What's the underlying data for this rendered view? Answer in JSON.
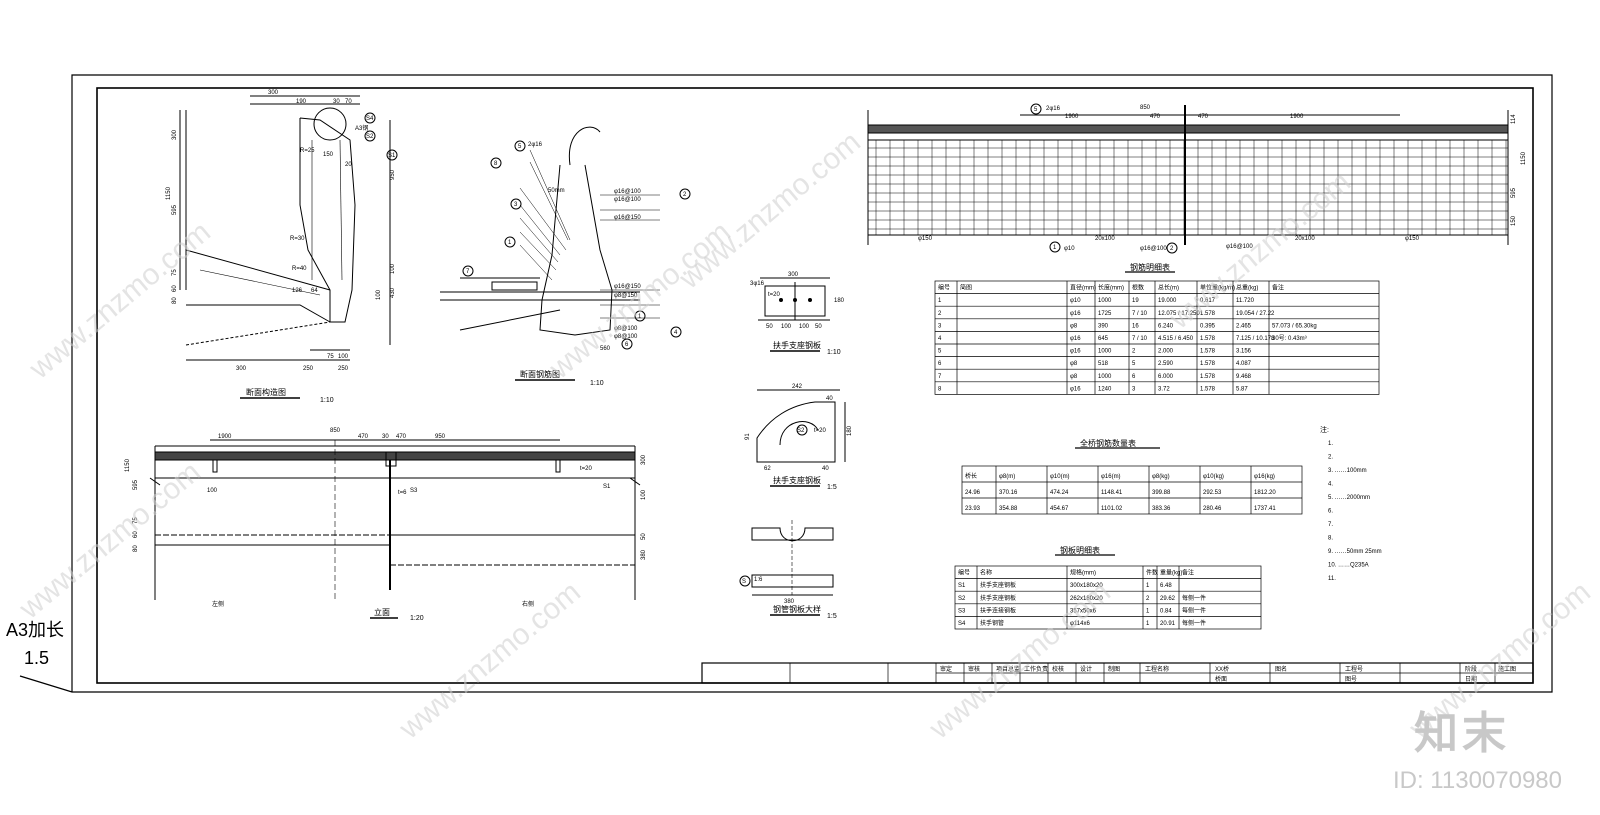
{
  "sheet": {
    "size_label": "A3加长",
    "scale_label": "1.5"
  },
  "views": {
    "section": {
      "title": "断面构造图",
      "scale": "1:10"
    },
    "rebar_section": {
      "title": "断面钢筋图",
      "scale": "1:10"
    },
    "elevation": {
      "title": "立面",
      "scale": "1:20"
    },
    "top_plate": {
      "title": "扶手支座钢板",
      "scale": "1:10"
    },
    "handrail_bracket": {
      "title": "扶手支座钢板",
      "scale": "1:5"
    },
    "drain": {
      "title": "钢管钢板大样",
      "scale": "1:5"
    }
  },
  "section_dims": {
    "top": [
      "300",
      "190",
      "30",
      "70"
    ],
    "left": [
      "300",
      "1150",
      "595",
      "75",
      "60",
      "80"
    ],
    "right": [
      "950",
      "100",
      "430",
      "100"
    ],
    "bottom": [
      "300",
      "250",
      "75",
      "100",
      "250"
    ],
    "mid": [
      "150",
      "20",
      "126",
      "64",
      "R=25",
      "R=30",
      "R=40"
    ],
    "markers": [
      "S4",
      "S2",
      "S1",
      "A3钢"
    ]
  },
  "rebar_labels": {
    "markers": [
      "5",
      "8",
      "3",
      "1",
      "7",
      "2",
      "4",
      "1",
      "6"
    ],
    "texts": [
      "2φ16",
      "φ16@100",
      "φ16@100",
      "50mm",
      "φ16@150",
      "φ16@150",
      "φ8@150",
      "φ8@100",
      "φ8@100",
      "560"
    ]
  },
  "elevation_dims": {
    "top": [
      "1900",
      "850",
      "470",
      "30",
      "470",
      "950"
    ],
    "right": [
      "300",
      "100",
      "50",
      "380"
    ],
    "left": [
      "1150",
      "595",
      "75",
      "60",
      "80"
    ],
    "notes": [
      "100",
      "S3",
      "S1",
      "t=20",
      "t=6"
    ],
    "bottom": [
      "左侧",
      "右侧"
    ]
  },
  "long_elevation": {
    "top": [
      "5",
      "2φ16",
      "1900",
      "850",
      "470",
      "470",
      "1900"
    ],
    "right": [
      "114",
      "595",
      "1150",
      "150"
    ],
    "bottom": [
      "φ150",
      "1",
      "φ10",
      "20x100",
      "φ16@100",
      "2",
      "φ16@100",
      "20x100",
      "φ150"
    ]
  },
  "top_plate": {
    "dims": [
      "300",
      "180",
      "50",
      "100",
      "100",
      "50",
      "3φ16",
      "t=20"
    ]
  },
  "handrail_bracket": {
    "dims": [
      "242",
      "40",
      "91",
      "180",
      "62",
      "40",
      "S2",
      "t=20"
    ]
  },
  "drain": {
    "dims": [
      "380",
      "1:6",
      "S"
    ]
  },
  "rebar_table": {
    "title": "钢筋明细表",
    "headers": [
      "编号",
      "简图",
      "直径(mm)",
      "长度(mm)",
      "根数",
      "总长(m)",
      "单位重(kg/m)",
      "总重(kg)",
      "备注"
    ],
    "rows": [
      [
        "1",
        "",
        "φ10",
        "1000",
        "19",
        "19.000",
        "0.617",
        "11.720",
        ""
      ],
      [
        "2",
        "",
        "φ16",
        "1725",
        "7 / 10",
        "12.075 / 17.250",
        "1.578",
        "19.054 / 27.22",
        ""
      ],
      [
        "3",
        "",
        "φ8",
        "390",
        "16",
        "6.240",
        "0.395",
        "2.465",
        "57.073 / 65.30kg"
      ],
      [
        "4",
        "",
        "φ16",
        "645",
        "7 / 10",
        "4.515 / 6.450",
        "1.578",
        "7.125 / 10.178",
        "30号: 0.43m³"
      ],
      [
        "5",
        "",
        "φ16",
        "1000",
        "2",
        "2.000",
        "1.578",
        "3.156",
        ""
      ],
      [
        "6",
        "",
        "φ8",
        "518",
        "5",
        "2.590",
        "1.578",
        "4.087",
        ""
      ],
      [
        "7",
        "",
        "φ8",
        "1000",
        "6",
        "6.000",
        "1.578",
        "9.468",
        ""
      ],
      [
        "8",
        "",
        "φ16",
        "1240",
        "3",
        "3.72",
        "1.578",
        "5.87",
        ""
      ]
    ]
  },
  "summary_table": {
    "title": "全桥钢筋数量表",
    "headers": [
      "桥长",
      "φ8(m)",
      "φ10(m)",
      "φ16(m)",
      "φ8(kg)",
      "φ10(kg)",
      "φ16(kg)"
    ],
    "rows": [
      [
        "24.96",
        "370.16",
        "474.24",
        "1148.41",
        "399.88",
        "292.53",
        "1812.20"
      ],
      [
        "23.93",
        "354.88",
        "454.67",
        "1101.02",
        "383.36",
        "280.46",
        "1737.41"
      ]
    ]
  },
  "steel_table": {
    "title": "钢板明细表",
    "headers": [
      "编号",
      "名称",
      "规格(mm)",
      "件数",
      "重量(kg)",
      "备注"
    ],
    "rows": [
      [
        "S1",
        "扶手支座钢板",
        "300x180x20",
        "1",
        "6.48",
        ""
      ],
      [
        "S2",
        "扶手支座钢板",
        "262x180x20",
        "2",
        "29.62",
        "每侧一件"
      ],
      [
        "S3",
        "扶手连接钢板",
        "357x50x6",
        "1",
        "0.84",
        "每侧一件"
      ],
      [
        "S4",
        "扶手钢管",
        "φ114x6",
        "1",
        "20.91",
        "每侧一件"
      ]
    ]
  },
  "notes": {
    "heading": "注:",
    "items": [
      "1.",
      "2.",
      "3.  ……100mm",
      "4.",
      "5.  ……2000mm",
      "6.",
      "7.",
      "8.",
      "9.  ……50mm          25mm",
      "10.  ……Q235A",
      "11."
    ]
  },
  "title_block": {
    "cells": [
      "审定",
      "审核",
      "项目总监",
      "工作负责",
      "校核",
      "设计",
      "制图",
      "工程名称",
      "图名",
      "工程号",
      "阶段",
      "施工图",
      "日期",
      "图号",
      "XX桥",
      "桥面"
    ]
  },
  "watermark": {
    "text": "www.znzmo.com",
    "brand": "知末",
    "id": "ID: 1130070980"
  }
}
